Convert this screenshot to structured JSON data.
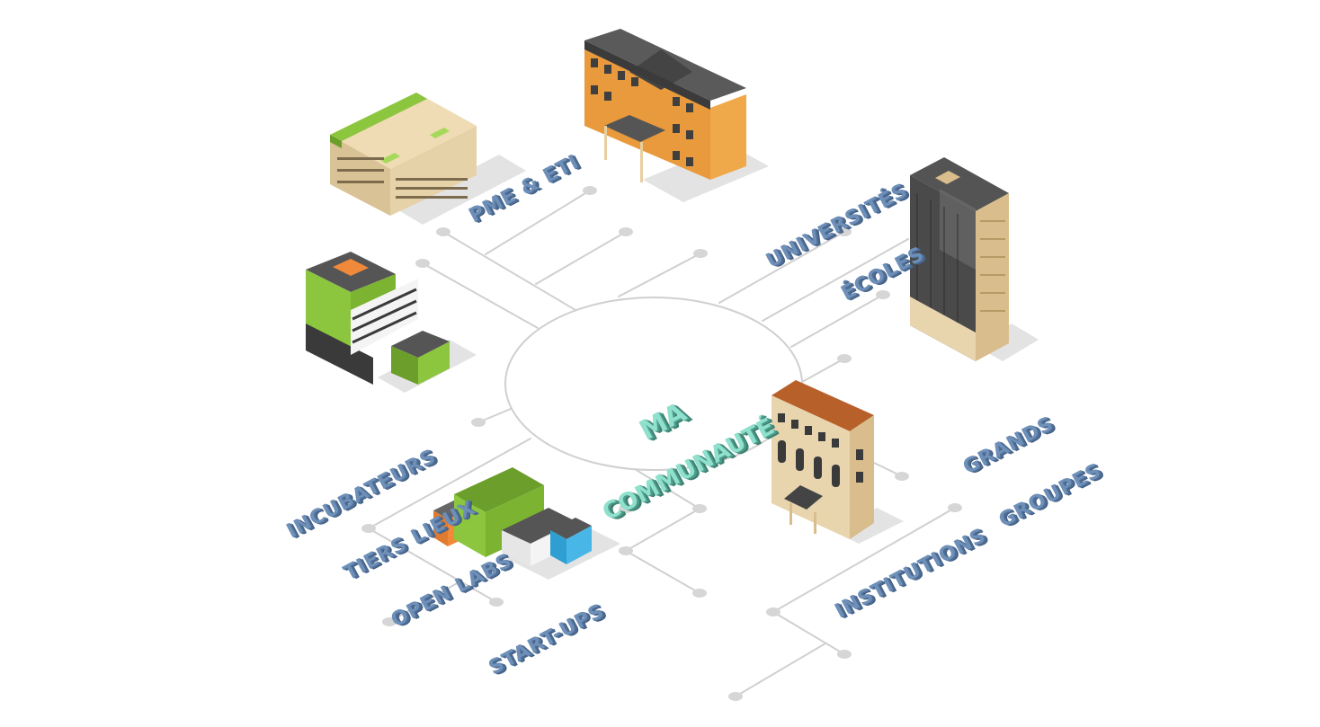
{
  "diagram": {
    "center": {
      "lines": [
        "MA",
        "COMMUNAUTÉ"
      ]
    },
    "nodes": {
      "pme": {
        "label": "PME & ETI"
      },
      "universites": {
        "lines": [
          "UNIVERSITÉS",
          "ÉCOLES"
        ]
      },
      "grands_groupes": {
        "lines": [
          "GRANDS",
          "GROUPES"
        ]
      },
      "incubateurs": {
        "lines": [
          "INCUBATEURS",
          "TIERS LIEUX",
          "OPEN LABS"
        ]
      },
      "startups": {
        "label": "START-UPS"
      },
      "institutions": {
        "label": "INSTITUTIONS"
      }
    },
    "colors": {
      "label": "#6d8fb8",
      "label_shadow": "#4e6d94",
      "center_text": "#8fe0cc",
      "center_shadow": "#4e9c8c",
      "line": "#d0d0d0",
      "dot": "#d6d6d6"
    }
  }
}
